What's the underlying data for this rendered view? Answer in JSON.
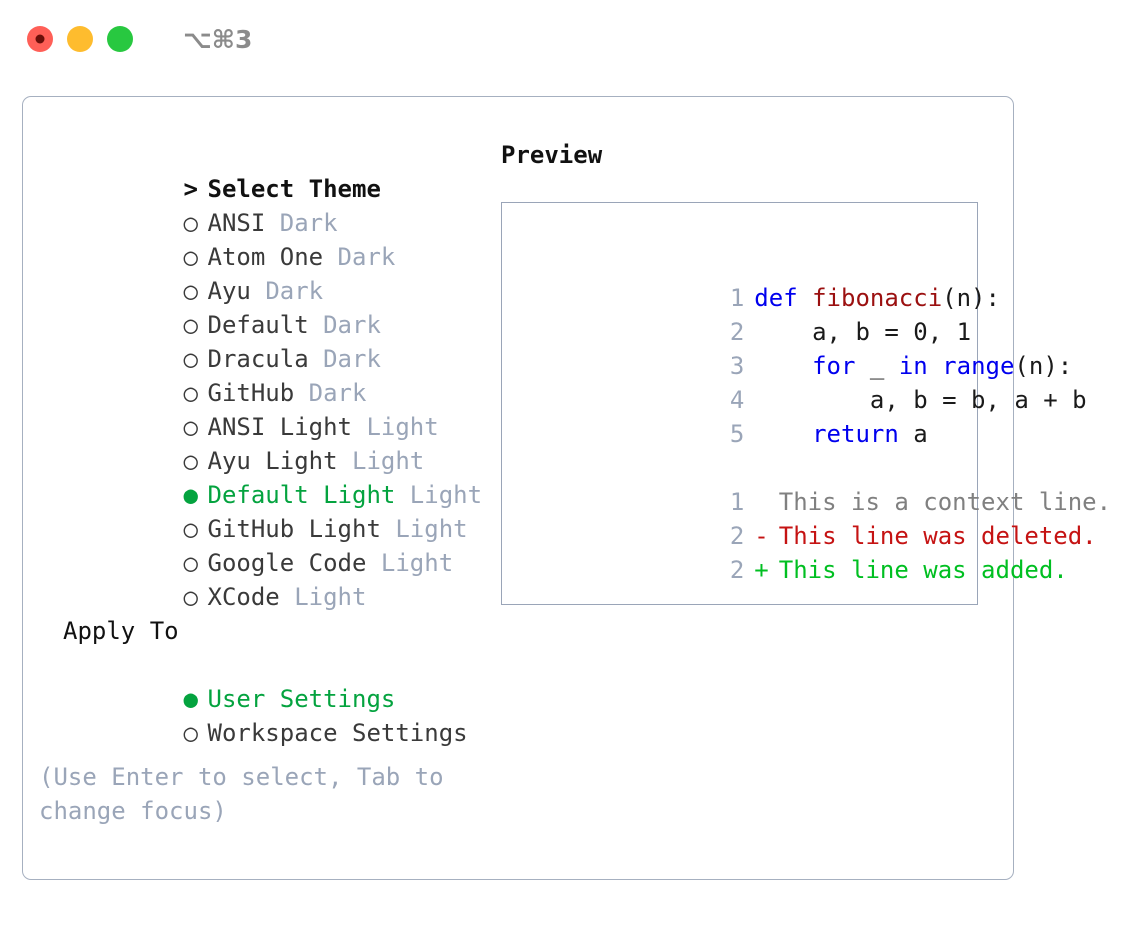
{
  "window": {
    "title": "⌥⌘3",
    "traffic_lights": [
      {
        "name": "close",
        "color": "#FF5F57"
      },
      {
        "name": "minimize",
        "color": "#FEBC2E"
      },
      {
        "name": "maximize",
        "color": "#28C840"
      }
    ]
  },
  "theme_picker": {
    "header": {
      "marker": ">",
      "label": "Select Theme"
    },
    "items": [
      {
        "bullet": "○",
        "label": "ANSI",
        "tag": "Dark",
        "selected": false
      },
      {
        "bullet": "○",
        "label": "Atom One",
        "tag": "Dark",
        "selected": false
      },
      {
        "bullet": "○",
        "label": "Ayu",
        "tag": "Dark",
        "selected": false
      },
      {
        "bullet": "○",
        "label": "Default",
        "tag": "Dark",
        "selected": false
      },
      {
        "bullet": "○",
        "label": "Dracula",
        "tag": "Dark",
        "selected": false
      },
      {
        "bullet": "○",
        "label": "GitHub",
        "tag": "Dark",
        "selected": false
      },
      {
        "bullet": "○",
        "label": "ANSI Light",
        "tag": "Light",
        "selected": false
      },
      {
        "bullet": "○",
        "label": "Ayu Light",
        "tag": "Light",
        "selected": false
      },
      {
        "bullet": "●",
        "label": "Default Light",
        "tag": "Light",
        "selected": true
      },
      {
        "bullet": "○",
        "label": "GitHub Light",
        "tag": "Light",
        "selected": false
      },
      {
        "bullet": "○",
        "label": "Google Code",
        "tag": "Light",
        "selected": false
      },
      {
        "bullet": "○",
        "label": "XCode",
        "tag": "Light",
        "selected": false
      }
    ]
  },
  "apply_to": {
    "title": "Apply To",
    "options": [
      {
        "bullet": "●",
        "label": "User Settings",
        "selected": true
      },
      {
        "bullet": "○",
        "label": "Workspace Settings",
        "selected": false
      }
    ]
  },
  "hint": "(Use Enter to select, Tab to change focus)",
  "preview": {
    "title": "Preview",
    "code_lines": [
      {
        "no": "1",
        "tokens": [
          {
            "t": "def ",
            "c": "kw"
          },
          {
            "t": "fibonacci",
            "c": "fn"
          },
          {
            "t": "(n):",
            "c": "plain"
          }
        ]
      },
      {
        "no": "2",
        "tokens": [
          {
            "t": "    a, b = ",
            "c": "plain"
          },
          {
            "t": "0",
            "c": "num"
          },
          {
            "t": ", ",
            "c": "plain"
          },
          {
            "t": "1",
            "c": "num"
          }
        ]
      },
      {
        "no": "3",
        "tokens": [
          {
            "t": "    ",
            "c": "plain"
          },
          {
            "t": "for",
            "c": "kw"
          },
          {
            "t": " _ ",
            "c": "plain"
          },
          {
            "t": "in",
            "c": "kw"
          },
          {
            "t": " ",
            "c": "plain"
          },
          {
            "t": "range",
            "c": "kw"
          },
          {
            "t": "(n):",
            "c": "plain"
          }
        ]
      },
      {
        "no": "4",
        "tokens": [
          {
            "t": "        a, b = b, a + b",
            "c": "plain"
          }
        ]
      },
      {
        "no": "5",
        "tokens": [
          {
            "t": "    ",
            "c": "plain"
          },
          {
            "t": "return",
            "c": "kw"
          },
          {
            "t": " a",
            "c": "plain"
          }
        ]
      }
    ],
    "diff_lines": [
      {
        "no": "1",
        "sign": " ",
        "text": "This is a context line.",
        "kind": "ctx"
      },
      {
        "no": "2",
        "sign": "-",
        "text": "This line was deleted.",
        "kind": "del"
      },
      {
        "no": "2",
        "sign": "+",
        "text": "This line was added.",
        "kind": "add"
      }
    ]
  },
  "colors": {
    "accent_green": "#04a33f",
    "muted": "#9aa5b8",
    "keyword_blue": "#0000ee",
    "function_red": "#9b1010",
    "diff_delete": "#c51313",
    "diff_add": "#00bf21",
    "diff_context": "#808080",
    "border": "#a6b0c0"
  }
}
